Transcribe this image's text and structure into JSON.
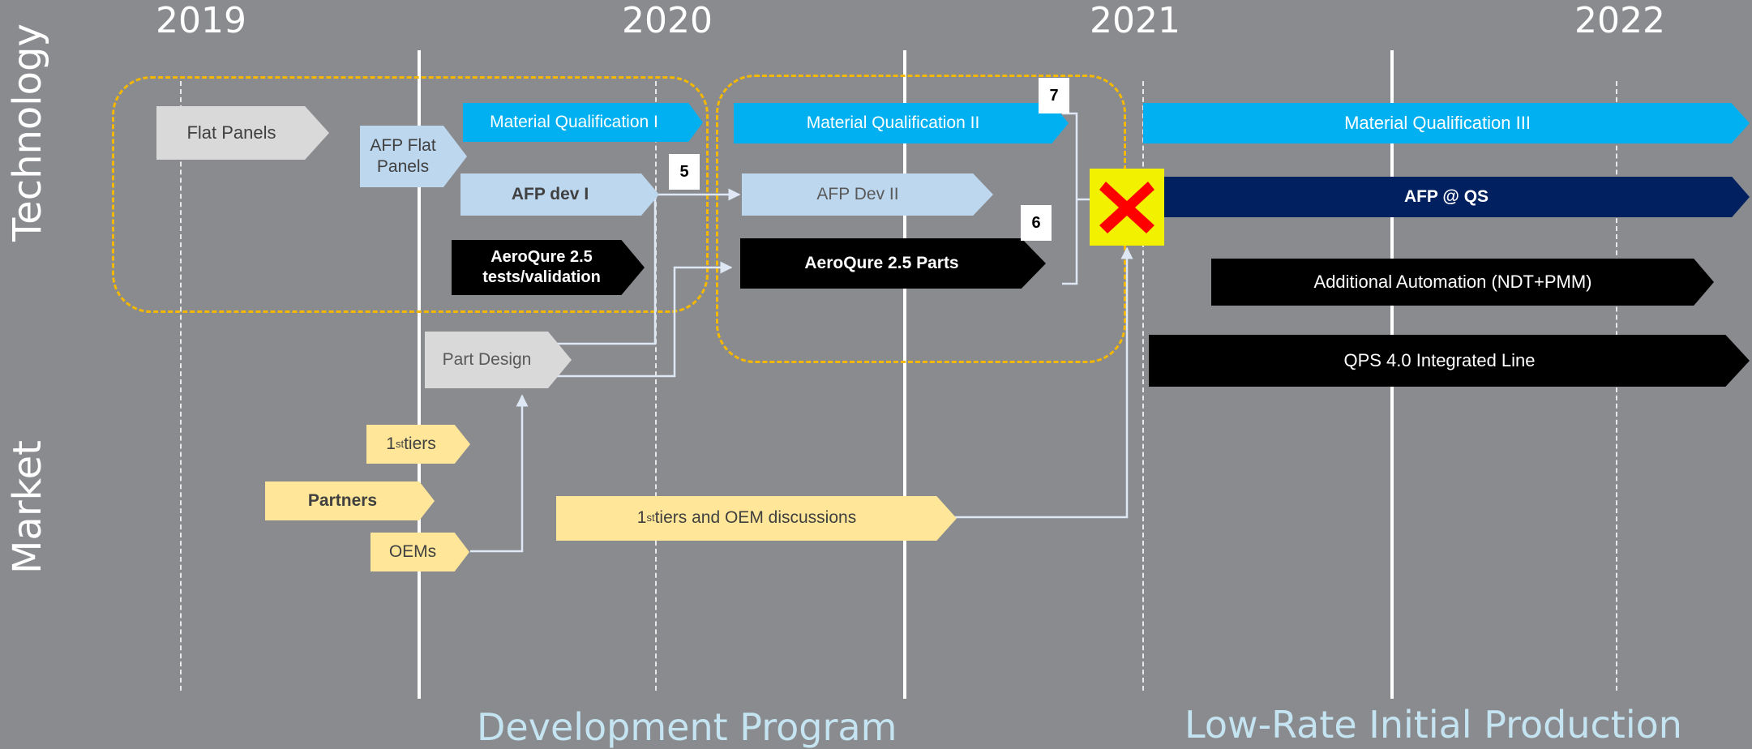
{
  "years": [
    "2019",
    "2020",
    "2021",
    "2022"
  ],
  "side_labels": {
    "technology": "Technology",
    "market": "Market"
  },
  "phases": {
    "development": "Development Program",
    "lrip": "Low-Rate Initial Production"
  },
  "technology": {
    "flat_panels": "Flat Panels",
    "afp_flat_panels": "AFP Flat Panels",
    "mat_qual_1": "Material Qualification I",
    "afp_dev_1": "AFP dev I",
    "aeroqure_tests": "AeroQure 2.5 tests/validation",
    "part_design": "Part Design",
    "mat_qual_2": "Material Qualification II",
    "afp_dev_2": "AFP Dev II",
    "aeroqure_parts": "AeroQure 2.5 Parts",
    "mat_qual_3": "Material Qualification III",
    "afp_qs": "AFP @ QS",
    "additional_automation": "Additional Automation (NDT+PMM)",
    "qps_line": "QPS 4.0 Integrated Line"
  },
  "market": {
    "first_tiers": {
      "base": "1",
      "sup": "st",
      "rest": " tiers"
    },
    "partners": "Partners",
    "oems": "OEMs",
    "discussions": {
      "base": "1",
      "sup": "st",
      "rest": " tiers and OEM discussions"
    }
  },
  "markers": {
    "five": "5",
    "six": "6",
    "seven": "7"
  },
  "colors": {
    "background": "#8a8b8f",
    "light_gray": "#d9d9d9",
    "light_blue": "#bdd7ee",
    "cyan": "#00b0f0",
    "navy": "#002060",
    "black": "#000000",
    "pale_yellow": "#ffe699",
    "dashed_orange": "#f5b800",
    "milestone_yellow": "#f2f200",
    "milestone_red": "#ff0000"
  },
  "icons": {
    "milestone": "red-x-icon"
  }
}
